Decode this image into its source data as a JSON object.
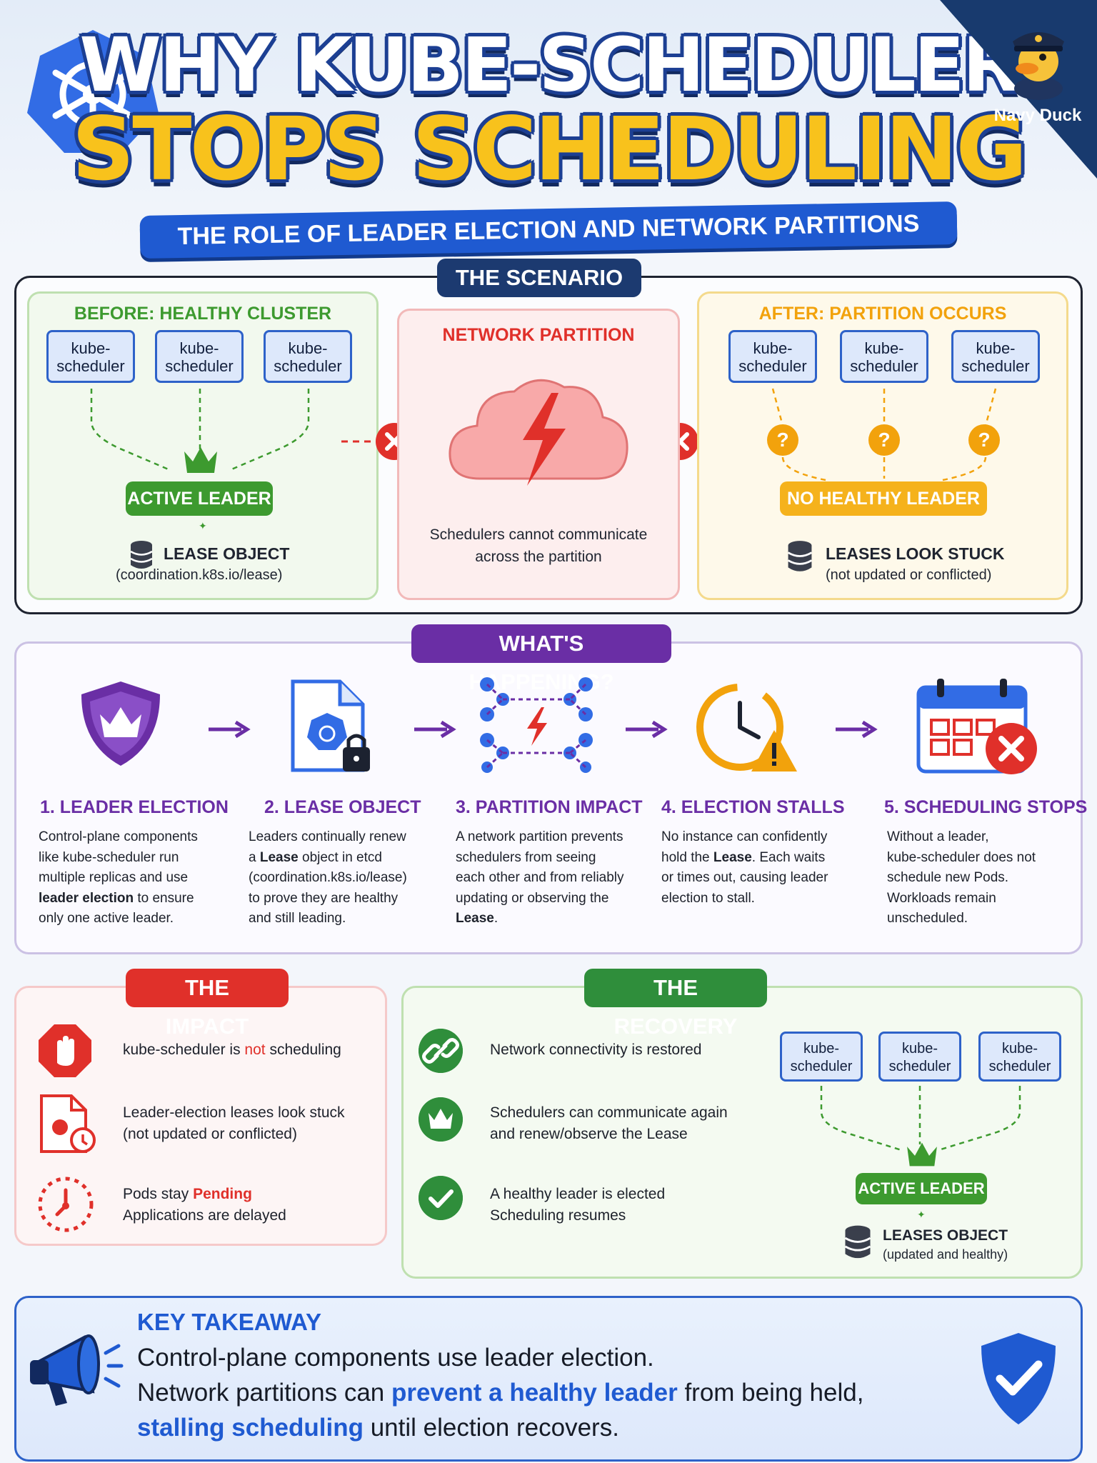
{
  "header": {
    "title_line1": "WHY KUBE-SCHEDULER",
    "title_line2": "STOPS SCHEDULING",
    "subtitle": "THE ROLE OF LEADER ELECTION AND NETWORK PARTITIONS",
    "brand": "Navy Duck"
  },
  "scenario": {
    "heading": "THE SCENARIO",
    "before": {
      "title": "BEFORE: HEALTHY CLUSTER",
      "schedulers": [
        "kube-\nscheduler",
        "kube-\nscheduler",
        "kube-\nscheduler"
      ],
      "leader": "ACTIVE LEADER",
      "lease_title": "LEASE OBJECT",
      "lease_sub": "(coordination.k8s.io/lease)"
    },
    "partition": {
      "title": "NETWORK PARTITION",
      "text_line1": "Schedulers cannot communicate",
      "text_line2": "across the partition"
    },
    "after": {
      "title": "AFTER: PARTITION OCCURS",
      "schedulers": [
        "kube-\nscheduler",
        "kube-\nscheduler",
        "kube-\nscheduler"
      ],
      "unknown_marker": "?",
      "leader": "NO HEALTHY LEADER",
      "lease_title": "LEASES LOOK STUCK",
      "lease_sub": "(not updated or conflicted)"
    }
  },
  "happening": {
    "heading": "WHAT'S HAPPENING?",
    "steps": [
      {
        "title": "1. LEADER ELECTION",
        "lines": [
          "Control-plane components",
          "like kube-scheduler run",
          "multiple replicas and use",
          "<b>leader election</b> to ensure",
          "only one active leader."
        ]
      },
      {
        "title": "2. LEASE OBJECT",
        "lines": [
          "Leaders continually renew",
          "a <b>Lease</b> object in etcd",
          "(coordination.k8s.io/lease)",
          "to prove they are healthy",
          "and still leading."
        ]
      },
      {
        "title": "3. PARTITION IMPACT",
        "lines": [
          "A network partition prevents",
          "schedulers from seeing",
          "each other and from reliably",
          "updating or observing the",
          "<b>Lease</b>."
        ]
      },
      {
        "title": "4. ELECTION STALLS",
        "lines": [
          "No instance can confidently",
          "hold the <b>Lease</b>. Each waits",
          "or times out, causing leader",
          "election to stall."
        ]
      },
      {
        "title": "5. SCHEDULING STOPS",
        "lines": [
          "Without a leader,",
          "kube-scheduler does not",
          "schedule new Pods.",
          "Workloads remain",
          "unscheduled."
        ]
      }
    ]
  },
  "impact": {
    "heading": "THE IMPACT",
    "row1_pre": "kube-scheduler is ",
    "row1_red": "not",
    "row1_post": " scheduling",
    "row2_line1": "Leader-election leases look stuck",
    "row2_line2": "(not updated or conflicted)",
    "row3_pre": "Pods stay ",
    "row3_red": "Pending",
    "row3_line2": "Applications are delayed"
  },
  "recovery": {
    "heading": "THE RECOVERY",
    "row1": "Network connectivity is restored",
    "row2_line1": "Schedulers can communicate again",
    "row2_line2": "and renew/observe the Lease",
    "row3_line1": "A healthy leader is elected",
    "row3_line2": "Scheduling resumes",
    "schedulers": [
      "kube-\nscheduler",
      "kube-\nscheduler",
      "kube-\nscheduler"
    ],
    "leader": "ACTIVE LEADER",
    "lease_title": "LEASES OBJECT",
    "lease_sub": "(updated and healthy)"
  },
  "takeaway": {
    "heading": "KEY TAKEAWAY",
    "line1": "Control-plane components use leader election.",
    "line2_pre": "Network partitions can ",
    "line2_blue": "prevent a healthy leader",
    "line2_post": " from being held,",
    "line3_blue": "stalling scheduling",
    "line3_post": " until election recovers."
  },
  "colors": {
    "k8s_blue": "#326ce5",
    "green": "#2f8e3b",
    "red": "#e0302a",
    "orange": "#f2a20c",
    "purple": "#6a2ea5",
    "navy": "#183a6e",
    "title_yellow": "#f8c21c"
  }
}
